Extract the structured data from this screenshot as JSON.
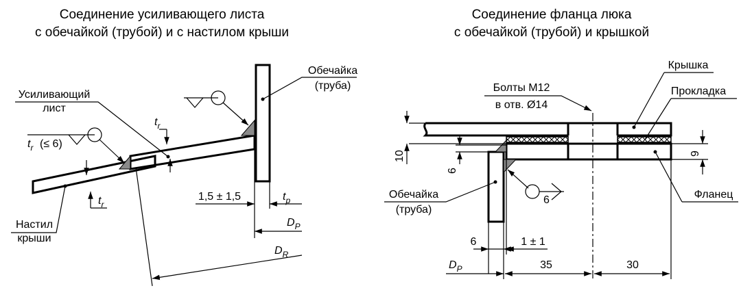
{
  "left": {
    "title_line1": "Соединение усиливающего листа",
    "title_line2": "с обечайкой (трубой) и с настилом крыши",
    "shell_label_1": "Обечайка",
    "shell_label_2": "(труба)",
    "plate_label_1": "Усиливающий",
    "plate_label_2": "лист",
    "roof_label_1": "Настил",
    "roof_label_2": "крыши",
    "weld_note": "(≤ 6)",
    "tr": "t",
    "tr_sub": "r",
    "dim_gap": "1,5 ± 1,5",
    "tp": "t",
    "tp_sub": "p",
    "dp": "D",
    "dp_sub": "P",
    "dr": "D",
    "dr_sub": "R"
  },
  "right": {
    "title_line1": "Соединение фланца люка",
    "title_line2": "с обечайкой (трубой) и крышкой",
    "cover_label": "Крышка",
    "gasket_label": "Прокладка",
    "bolts_line1": "Болты М12",
    "bolts_line2": "в отв. Ø14",
    "flange_label": "Фланец",
    "shell_label_1": "Обечайка",
    "shell_label_2": "(труба)",
    "dim_10": "10",
    "dim_9": "9",
    "dim_6v": "6",
    "weld_6": "6",
    "dim_6": "6",
    "dim_gap": "1 ± 1",
    "dim_35": "35",
    "dim_30": "30",
    "dp": "D",
    "dp_sub": "P"
  }
}
